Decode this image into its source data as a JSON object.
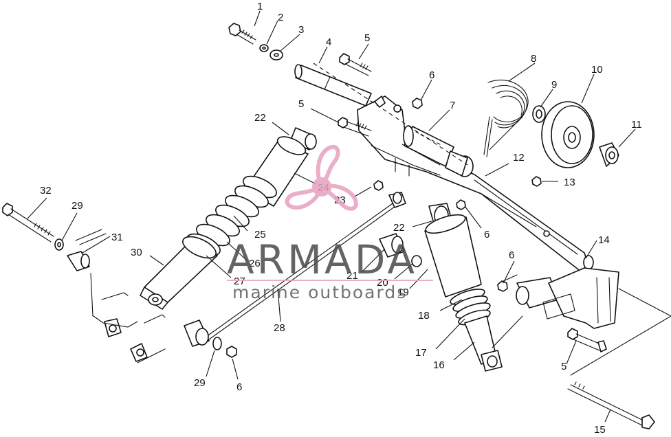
{
  "watermark": {
    "brand": "ARMADA",
    "tagline": "marine outboards",
    "accent_color": "#e8a0c0",
    "logo_icon": "propeller-icon"
  },
  "callouts": [
    {
      "id": "c1",
      "label": "1"
    },
    {
      "id": "c2",
      "label": "2"
    },
    {
      "id": "c3",
      "label": "3"
    },
    {
      "id": "c4",
      "label": "4"
    },
    {
      "id": "c5a",
      "label": "5"
    },
    {
      "id": "c6a",
      "label": "6"
    },
    {
      "id": "c5b",
      "label": "5"
    },
    {
      "id": "c7",
      "label": "7"
    },
    {
      "id": "c8",
      "label": "8"
    },
    {
      "id": "c9",
      "label": "9"
    },
    {
      "id": "c10",
      "label": "10"
    },
    {
      "id": "c11",
      "label": "11"
    },
    {
      "id": "c12",
      "label": "12"
    },
    {
      "id": "c13",
      "label": "13"
    },
    {
      "id": "c22a",
      "label": "22"
    },
    {
      "id": "c24",
      "label": "24"
    },
    {
      "id": "c23",
      "label": "23"
    },
    {
      "id": "c22b",
      "label": "22"
    },
    {
      "id": "c6b",
      "label": "6"
    },
    {
      "id": "c32",
      "label": "32"
    },
    {
      "id": "c29a",
      "label": "29"
    },
    {
      "id": "c31",
      "label": "31"
    },
    {
      "id": "c25",
      "label": "25"
    },
    {
      "id": "c30",
      "label": "30"
    },
    {
      "id": "c26",
      "label": "26"
    },
    {
      "id": "c27",
      "label": "27"
    },
    {
      "id": "c21",
      "label": "21"
    },
    {
      "id": "c20",
      "label": "20"
    },
    {
      "id": "c19",
      "label": "19"
    },
    {
      "id": "c14",
      "label": "14"
    },
    {
      "id": "c6c",
      "label": "6"
    },
    {
      "id": "c18",
      "label": "18"
    },
    {
      "id": "c28",
      "label": "28"
    },
    {
      "id": "c17",
      "label": "17"
    },
    {
      "id": "c16",
      "label": "16"
    },
    {
      "id": "c5c",
      "label": "5"
    },
    {
      "id": "c29b",
      "label": "29"
    },
    {
      "id": "c6d",
      "label": "6"
    },
    {
      "id": "c15",
      "label": "15"
    }
  ]
}
